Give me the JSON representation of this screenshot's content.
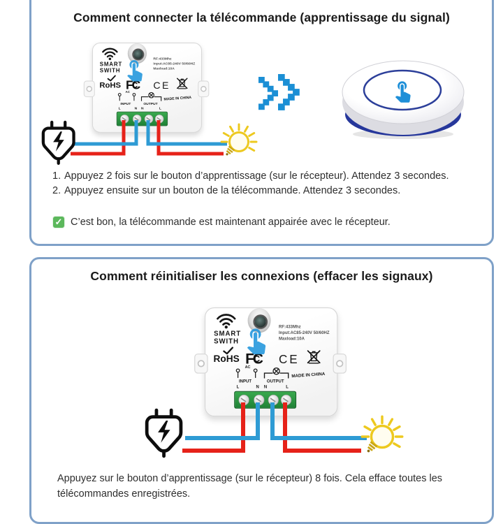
{
  "colors": {
    "panel_border": "#7fa1c8",
    "accent_blue": "#1b8fd5",
    "wire_blue": "#2e9bd4",
    "wire_red": "#e62219",
    "terminal_green": "#2f9e43",
    "remote_navy": "#26379b",
    "bulb_yellow": "#edc91f",
    "check_green": "#5cb85c"
  },
  "icons": {
    "check": "✓"
  },
  "panel1": {
    "title": "Comment connecter la télécommande (apprentissage du signal)",
    "steps": [
      {
        "num": "1.",
        "text": "Appuyez 2 fois sur le bouton d’apprentissage (sur le récepteur). Attendez 3 secondes."
      },
      {
        "num": "2.",
        "text": "Appuyez ensuite sur un bouton de la télécommande. Attendez 3 secondes."
      }
    ],
    "success": "C’est bon, la télécommande est maintenant appairée avec le récepteur."
  },
  "panel2": {
    "title": "Comment réinitialiser les connexions (effacer les signaux)",
    "instruction": "Appuyez sur le bouton d’apprentissage (sur le récepteur) 8 fois. Cela efface toutes les télécommandes enregistrées."
  },
  "module": {
    "brand_line1": "SMART",
    "brand_line2": "SWITH",
    "spec_rf": "RF:433Mhz",
    "spec_input": "Input:AC85-240V 50/60HZ",
    "spec_maxload": "Maxload:10A",
    "rohs": "RoHS",
    "fcc_f": "F",
    "fcc_c1": "C",
    "fcc_c2": "C",
    "ce": "CE",
    "made_in": "MADE IN CHINA",
    "label_ac": "AC",
    "label_input": "INPUT",
    "label_output": "OUTPUT",
    "label_l": "L",
    "label_n": "N"
  }
}
